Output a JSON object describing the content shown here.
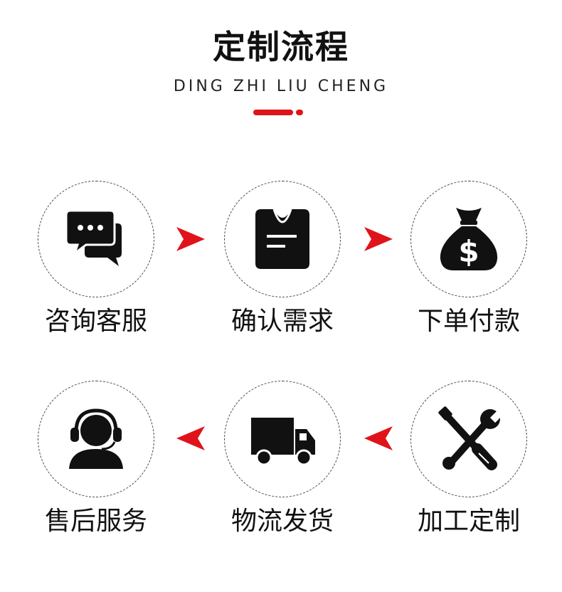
{
  "header": {
    "title": "定制流程",
    "subtitle": "DING ZHI LIU CHENG"
  },
  "colors": {
    "accent": "#e0131a",
    "icon": "#111111"
  },
  "steps": [
    {
      "label": "咨询客服",
      "icon": "chat-bubbles-icon"
    },
    {
      "label": "确认需求",
      "icon": "shirt-icon"
    },
    {
      "label": "下单付款",
      "icon": "money-bag-icon"
    },
    {
      "label": "加工定制",
      "icon": "tools-icon"
    },
    {
      "label": "物流发货",
      "icon": "truck-icon"
    },
    {
      "label": "售后服务",
      "icon": "headset-icon"
    }
  ]
}
